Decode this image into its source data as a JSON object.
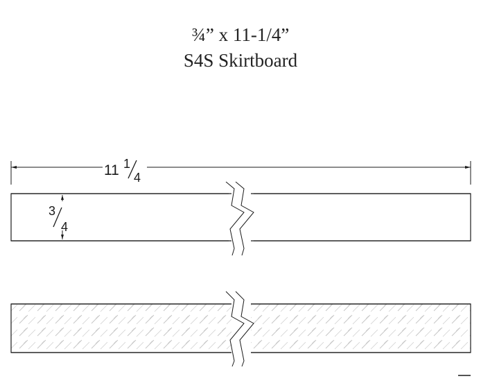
{
  "title": {
    "line1": "¾” x 11-1/4”",
    "line2": "S4S Skirtboard"
  },
  "dimensions": {
    "width": {
      "whole": "11",
      "numerator": "1",
      "denominator": "4"
    },
    "thickness": {
      "numerator": "3",
      "denominator": "4"
    }
  },
  "colors": {
    "line": "#1a1a1a",
    "hatch": "#c9c9c9",
    "background": "#ffffff"
  }
}
